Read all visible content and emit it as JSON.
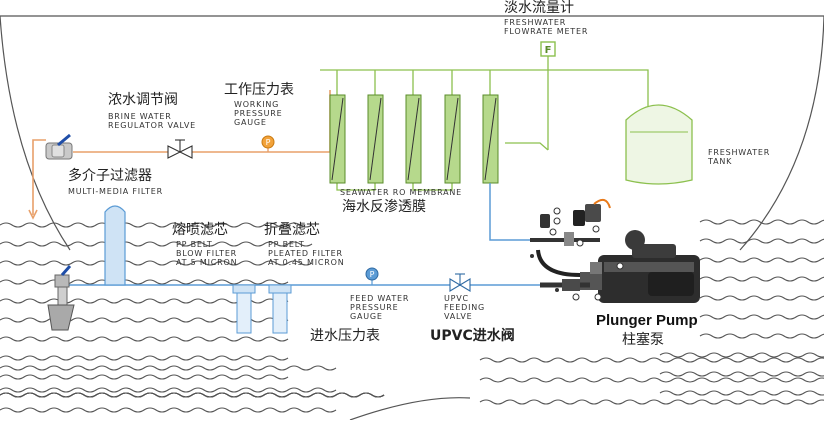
{
  "labels": {
    "freshwater_flowmeter": {
      "cn": "淡水流量计",
      "en": [
        "FRESHWATER",
        "FLOWRATE METER"
      ]
    },
    "brine_valve": {
      "cn": "浓水调节阀",
      "en": [
        "BRINE WATER",
        "REGULATOR VALVE"
      ]
    },
    "working_gauge": {
      "cn": "工作压力表",
      "en": [
        "WORKING",
        "PRESSURE",
        "GAUGE"
      ]
    },
    "multimedia_filter": {
      "cn": "多介子过滤器",
      "en": [
        "MULTI-MEDIA FILTER"
      ]
    },
    "membrane": {
      "en": "SEAWATER RO MEMBRANE",
      "cn": "海水反渗透膜"
    },
    "freshwater_tank": {
      "en": [
        "FRESHWATER",
        "TANK"
      ]
    },
    "blow_filter": {
      "cn": "熔喷滤芯",
      "en": [
        "PP BELT",
        "BLOW FILTER",
        "AT 5 MICRON"
      ]
    },
    "pleated_filter": {
      "cn": "折叠滤芯",
      "en": [
        "PP BELT",
        "PLEATED FILTER",
        "AT 0.45 MICRON"
      ]
    },
    "feed_gauge": {
      "en": [
        "FEED WATER",
        "PRESSURE",
        "GAUGE"
      ],
      "cn": "进水压力表"
    },
    "feed_valve": {
      "en": [
        "UPVC",
        "FEEDING",
        "VALVE"
      ],
      "cn": "UPVC进水阀"
    },
    "plunger_pump": {
      "en": "Plunger Pump",
      "cn": "柱塞泵"
    }
  },
  "symbols": {
    "flowmeter": "F",
    "pressure_gauge": "P"
  },
  "colors": {
    "pipe_orange": "#e8a06a",
    "pipe_blue": "#5b9bd5",
    "pipe_green": "#8cc04e",
    "membrane_green": "#b6d98c",
    "filter_blue": "#cfe3f5",
    "gauge_orange": "#f2a23a",
    "wave": "#555555"
  }
}
